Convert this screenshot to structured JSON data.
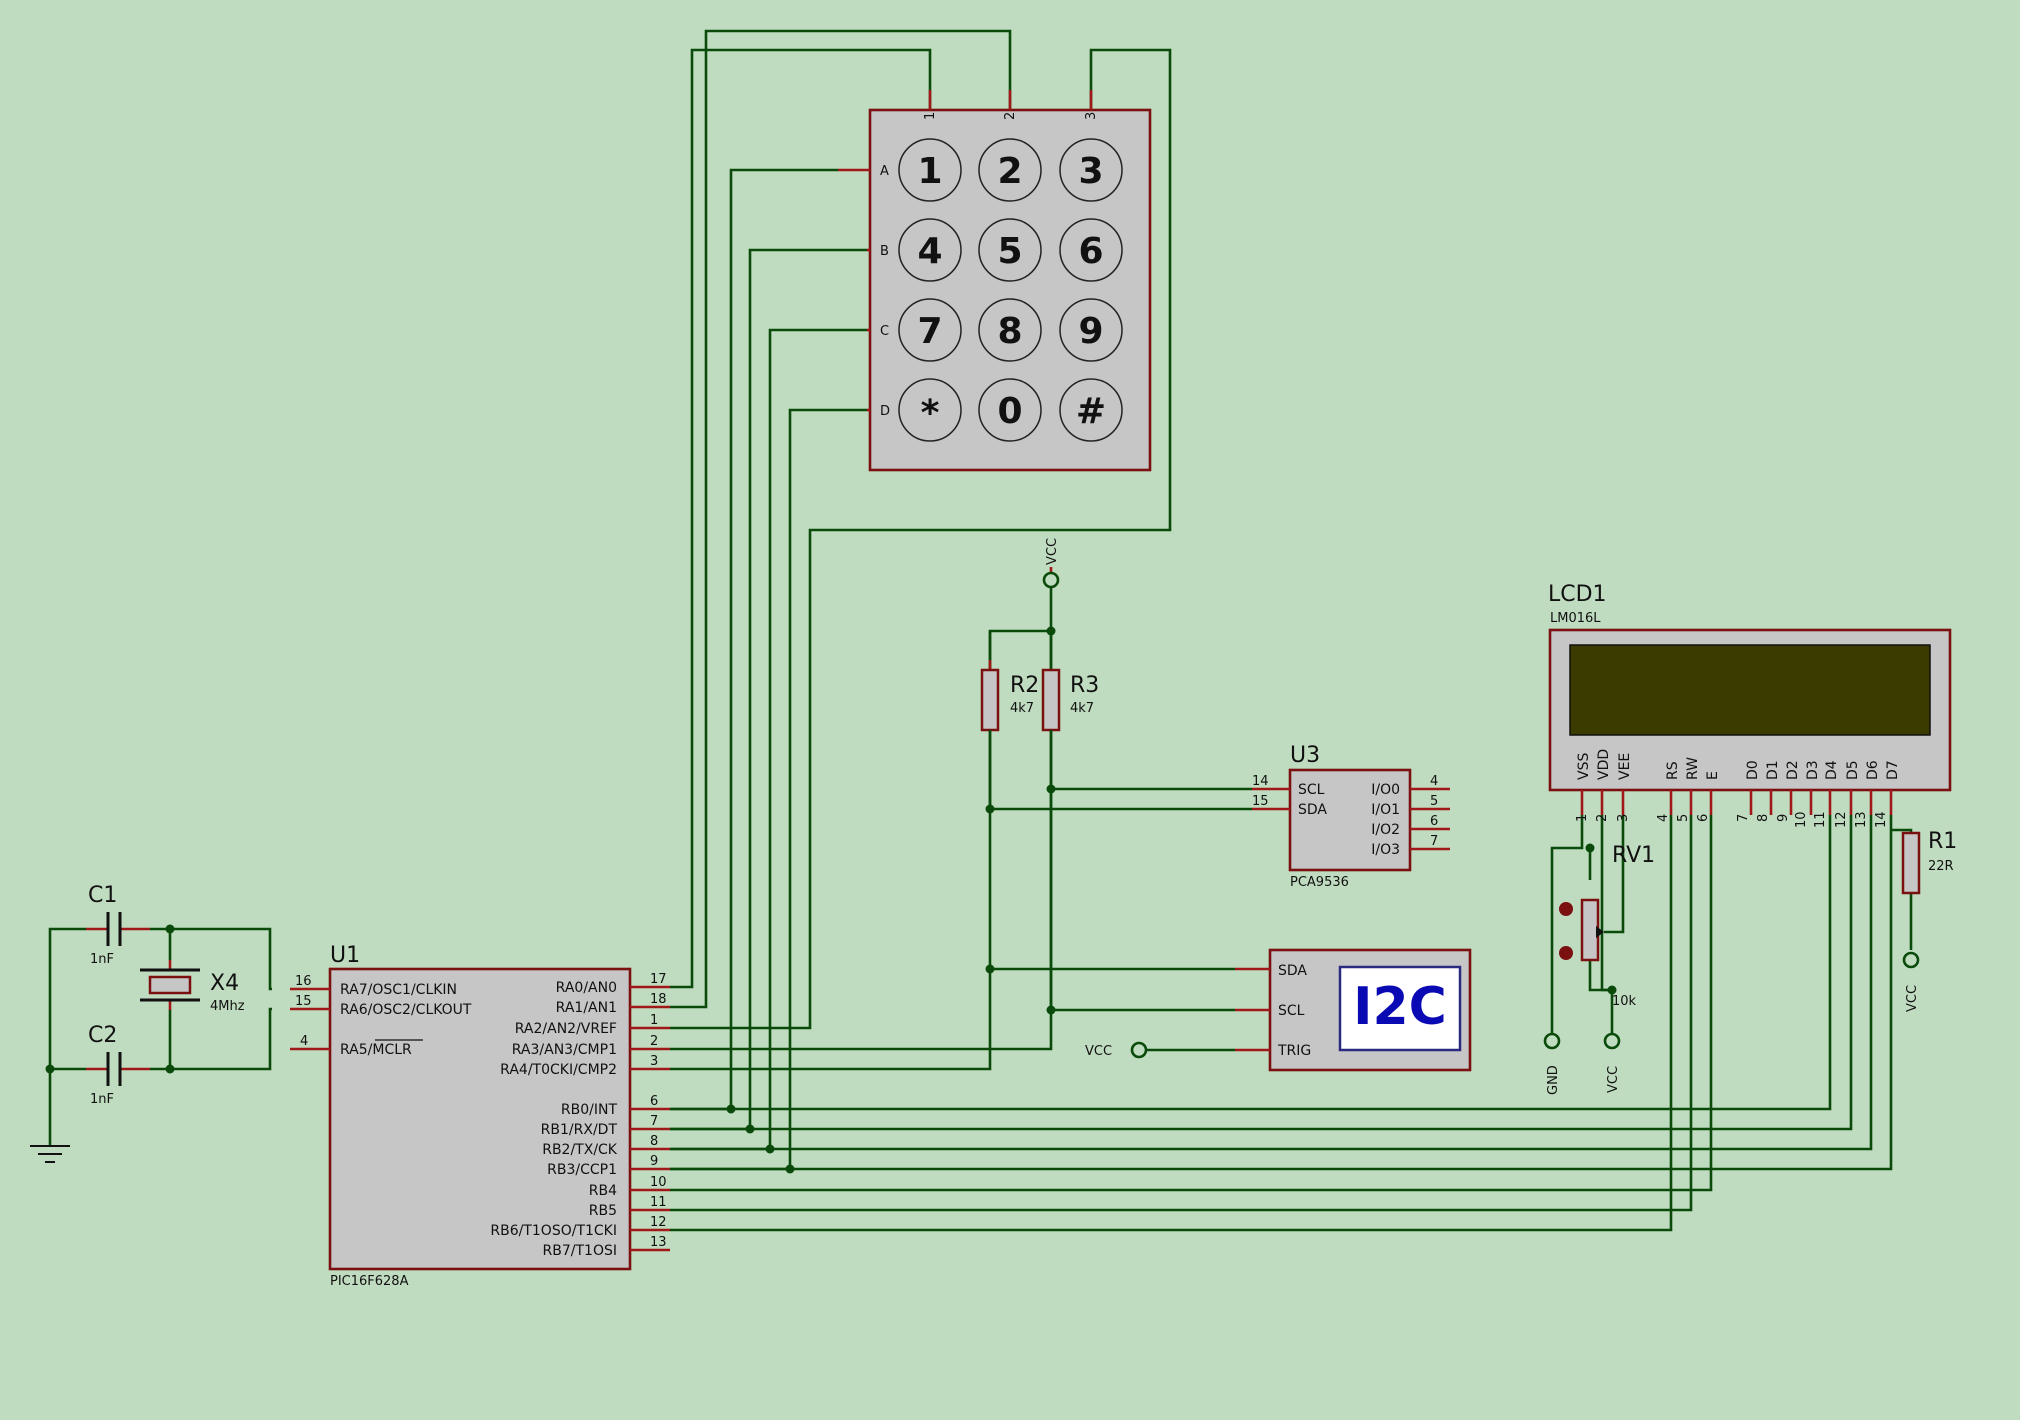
{
  "keypad": {
    "cols": [
      "1",
      "2",
      "3"
    ],
    "rows": [
      "A",
      "B",
      "C",
      "D"
    ],
    "keys": [
      "1",
      "2",
      "3",
      "4",
      "5",
      "6",
      "7",
      "8",
      "9",
      "*",
      "0",
      "#"
    ]
  },
  "u1": {
    "ref": "U1",
    "part": "PIC16F628A",
    "left_pins": [
      {
        "num": "16",
        "name": "RA7/OSC1/CLKIN"
      },
      {
        "num": "15",
        "name": "RA6/OSC2/CLKOUT"
      },
      {
        "num": "4",
        "name": "RA5/MCLR"
      }
    ],
    "right_pins": [
      {
        "num": "17",
        "name": "RA0/AN0"
      },
      {
        "num": "18",
        "name": "RA1/AN1"
      },
      {
        "num": "1",
        "name": "RA2/AN2/VREF"
      },
      {
        "num": "2",
        "name": "RA3/AN3/CMP1"
      },
      {
        "num": "3",
        "name": "RA4/T0CKI/CMP2"
      },
      {
        "num": "6",
        "name": "RB0/INT"
      },
      {
        "num": "7",
        "name": "RB1/RX/DT"
      },
      {
        "num": "8",
        "name": "RB2/TX/CK"
      },
      {
        "num": "9",
        "name": "RB3/CCP1"
      },
      {
        "num": "10",
        "name": "RB4"
      },
      {
        "num": "11",
        "name": "RB5"
      },
      {
        "num": "12",
        "name": "RB6/T1OSO/T1CKI"
      },
      {
        "num": "13",
        "name": "RB7/T1OSI"
      }
    ]
  },
  "c1": {
    "ref": "C1",
    "val": "1nF"
  },
  "c2": {
    "ref": "C2",
    "val": "1nF"
  },
  "x4": {
    "ref": "X4",
    "val": "4Mhz"
  },
  "r2": {
    "ref": "R2",
    "val": "4k7"
  },
  "r3": {
    "ref": "R3",
    "val": "4k7"
  },
  "r1": {
    "ref": "R1",
    "val": "22R"
  },
  "rv1": {
    "ref": "RV1",
    "val": "10k"
  },
  "u3": {
    "ref": "U3",
    "part": "PCA9536",
    "left_pins": [
      {
        "num": "14",
        "name": "SCL"
      },
      {
        "num": "15",
        "name": "SDA"
      }
    ],
    "right_pins": [
      {
        "num": "4",
        "name": "I/O0"
      },
      {
        "num": "5",
        "name": "I/O1"
      },
      {
        "num": "6",
        "name": "I/O2"
      },
      {
        "num": "7",
        "name": "I/O3"
      }
    ]
  },
  "i2c": {
    "title": "I2C",
    "pins": [
      "SDA",
      "SCL",
      "TRIG"
    ]
  },
  "lcd": {
    "ref": "LCD1",
    "part": "LM016L",
    "pins": [
      {
        "num": "1",
        "name": "VSS"
      },
      {
        "num": "2",
        "name": "VDD"
      },
      {
        "num": "3",
        "name": "VEE"
      },
      {
        "num": "4",
        "name": "RS"
      },
      {
        "num": "5",
        "name": "RW"
      },
      {
        "num": "6",
        "name": "E"
      },
      {
        "num": "7",
        "name": "D0"
      },
      {
        "num": "8",
        "name": "D1"
      },
      {
        "num": "9",
        "name": "D2"
      },
      {
        "num": "10",
        "name": "D3"
      },
      {
        "num": "11",
        "name": "D4"
      },
      {
        "num": "12",
        "name": "D5"
      },
      {
        "num": "13",
        "name": "D6"
      },
      {
        "num": "14",
        "name": "D7"
      }
    ]
  },
  "terminals": {
    "vcc": "VCC",
    "gnd": "GND"
  },
  "colors": {
    "background": "#c0dcc0",
    "wire": "#0a4a0a",
    "pin": "#a01818",
    "component": "#c6c6c6",
    "lcd_screen": "#3b3b00",
    "i2c_text": "#0a0ab4"
  }
}
